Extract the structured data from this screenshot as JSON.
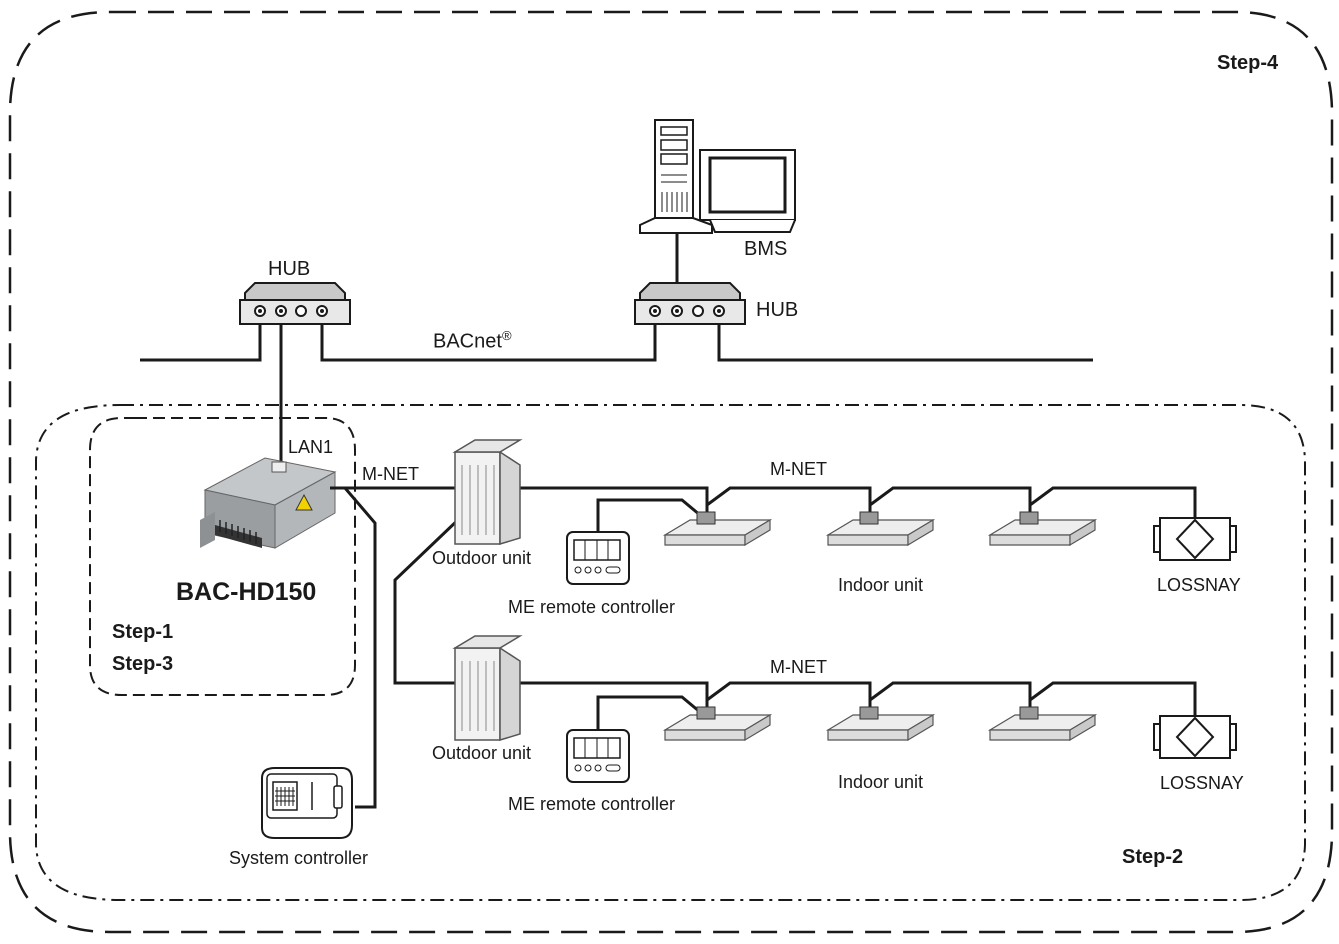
{
  "labels": {
    "step4": "Step-4",
    "step1": "Step-1",
    "step3": "Step-3",
    "step2": "Step-2",
    "bms": "BMS",
    "hub_left": "HUB",
    "hub_right": "HUB",
    "bacnet": "BACnet",
    "bacnet_reg": "®",
    "lan1": "LAN1",
    "mnet_left": "M-NET",
    "mnet_top": "M-NET",
    "mnet_bottom": "M-NET",
    "bac_model": "BAC-HD150",
    "outdoor_top": "Outdoor unit",
    "outdoor_bottom": "Outdoor unit",
    "me_remote_top": "ME remote controller",
    "me_remote_bottom": "ME remote controller",
    "indoor_top": "Indoor unit",
    "indoor_bottom": "Indoor unit",
    "lossnay_top": "LOSSNAY",
    "lossnay_bottom": "LOSSNAY",
    "system_controller": "System controller"
  }
}
